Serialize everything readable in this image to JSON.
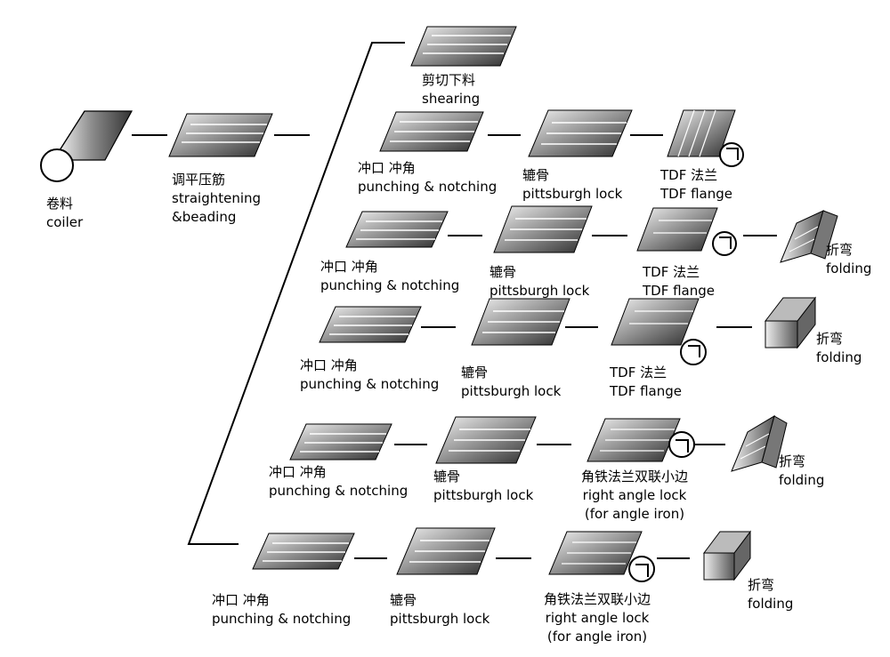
{
  "coiler": {
    "zh": "卷料",
    "en": "coiler"
  },
  "straightening": {
    "zh": "调平压筋",
    "en_1": "straightening",
    "en_2": "&beading"
  },
  "shearing": {
    "zh": "剪切下料",
    "en": "shearing"
  },
  "steps": {
    "punching": {
      "zh": "冲口  冲角",
      "en": "punching & notching"
    },
    "pittsburgh": {
      "zh": "辘骨",
      "en": "pittsburgh lock"
    },
    "tdf": {
      "zh": "TDF 法兰",
      "en": "TDF flange"
    },
    "angle": {
      "zh": "角铁法兰双联小边",
      "en_1": "right angle lock",
      "en_2": "(for angle iron)"
    },
    "folding": {
      "zh": "折弯",
      "en": "folding"
    }
  }
}
